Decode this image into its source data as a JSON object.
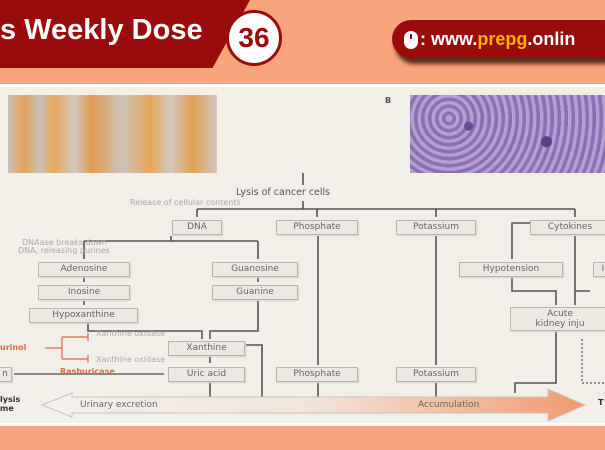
{
  "header": {
    "title": "s Weekly Dose",
    "issue": "36",
    "url_prefix": ": www.",
    "url_highlight": "prepg",
    "url_suffix": ".onlin"
  },
  "figure": {
    "panel_b_label": "B",
    "lysis": "Lysis of cancer cells",
    "release": "Release of cellular contents",
    "dna": "DNA",
    "phosphate": "Phosphate",
    "potassium": "Potassium",
    "cytokines": "Cytokines",
    "dnaase": "DNAase breaks down",
    "dnaase2": "DNA, releasing purines",
    "adenosine": "Adenosine",
    "guanosine": "Guanosine",
    "inosine": "Inosine",
    "guanine": "Guanine",
    "hypoxanthine": "Hypoxanthine",
    "xo1": "Xanthine oxidase",
    "xo2": "Xanthine oxidase",
    "allopurinol": "urinol",
    "rasburicase": "Rasburicase",
    "xanthine": "Xanthine",
    "uric_acid": "Uric acid",
    "phosphate2": "Phosphate",
    "potassium2": "Potassium",
    "hypotension": "Hypotension",
    "i_box": "I",
    "aki1": "Acute",
    "aki2": "kidney inju",
    "left_box": "n",
    "tls1": "lysis",
    "tls2": "me",
    "urinary": "Urinary excretion",
    "accumulation": "Accumulation",
    "t_right": "T"
  }
}
